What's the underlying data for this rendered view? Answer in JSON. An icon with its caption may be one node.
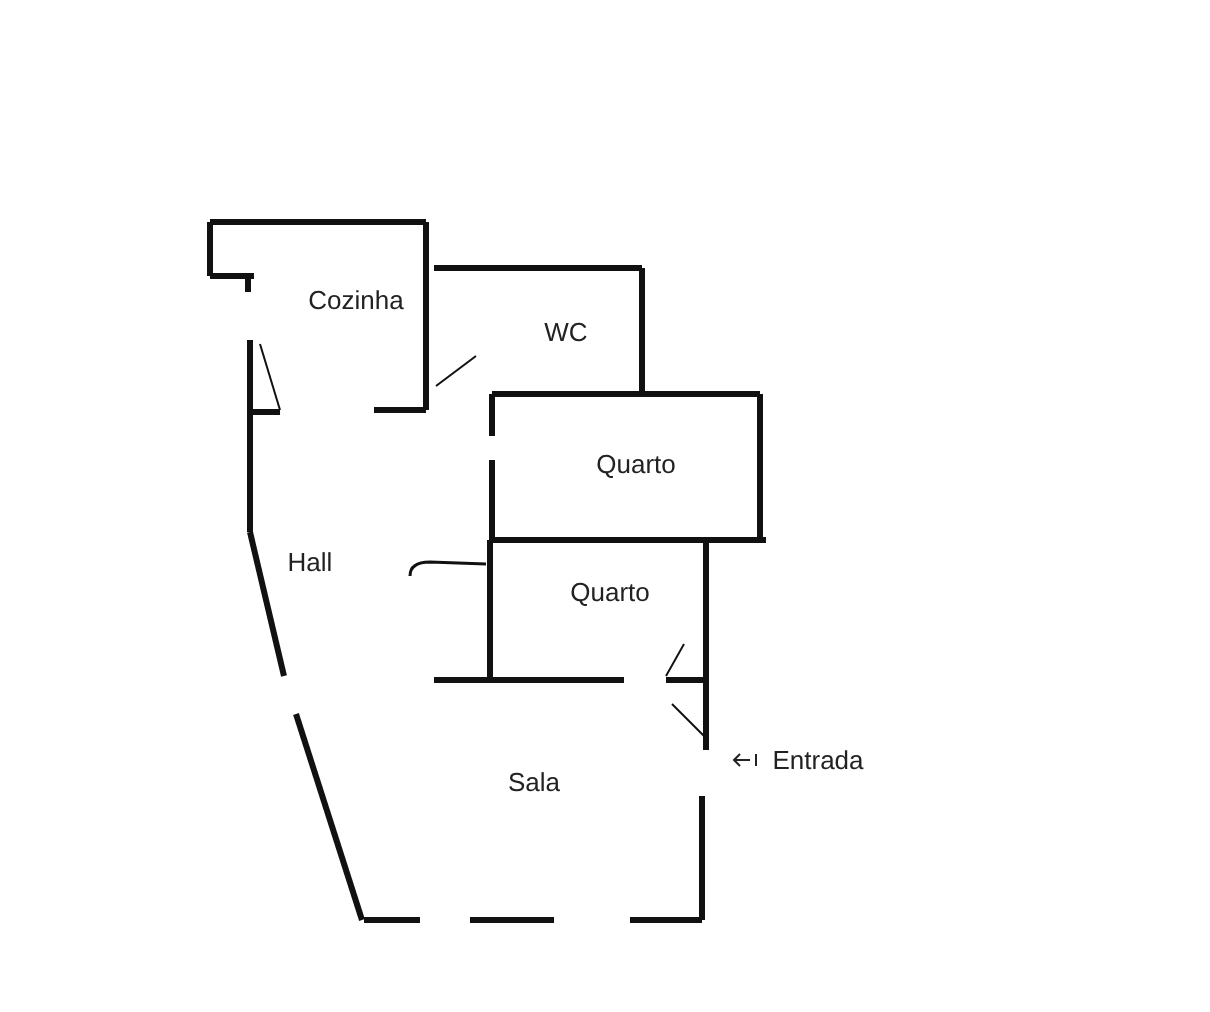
{
  "diagram": {
    "labels": [
      "Cozinha",
      "WC",
      "Quarto",
      "Hall",
      "Quarto",
      "Entrada",
      "Sala"
    ]
  }
}
